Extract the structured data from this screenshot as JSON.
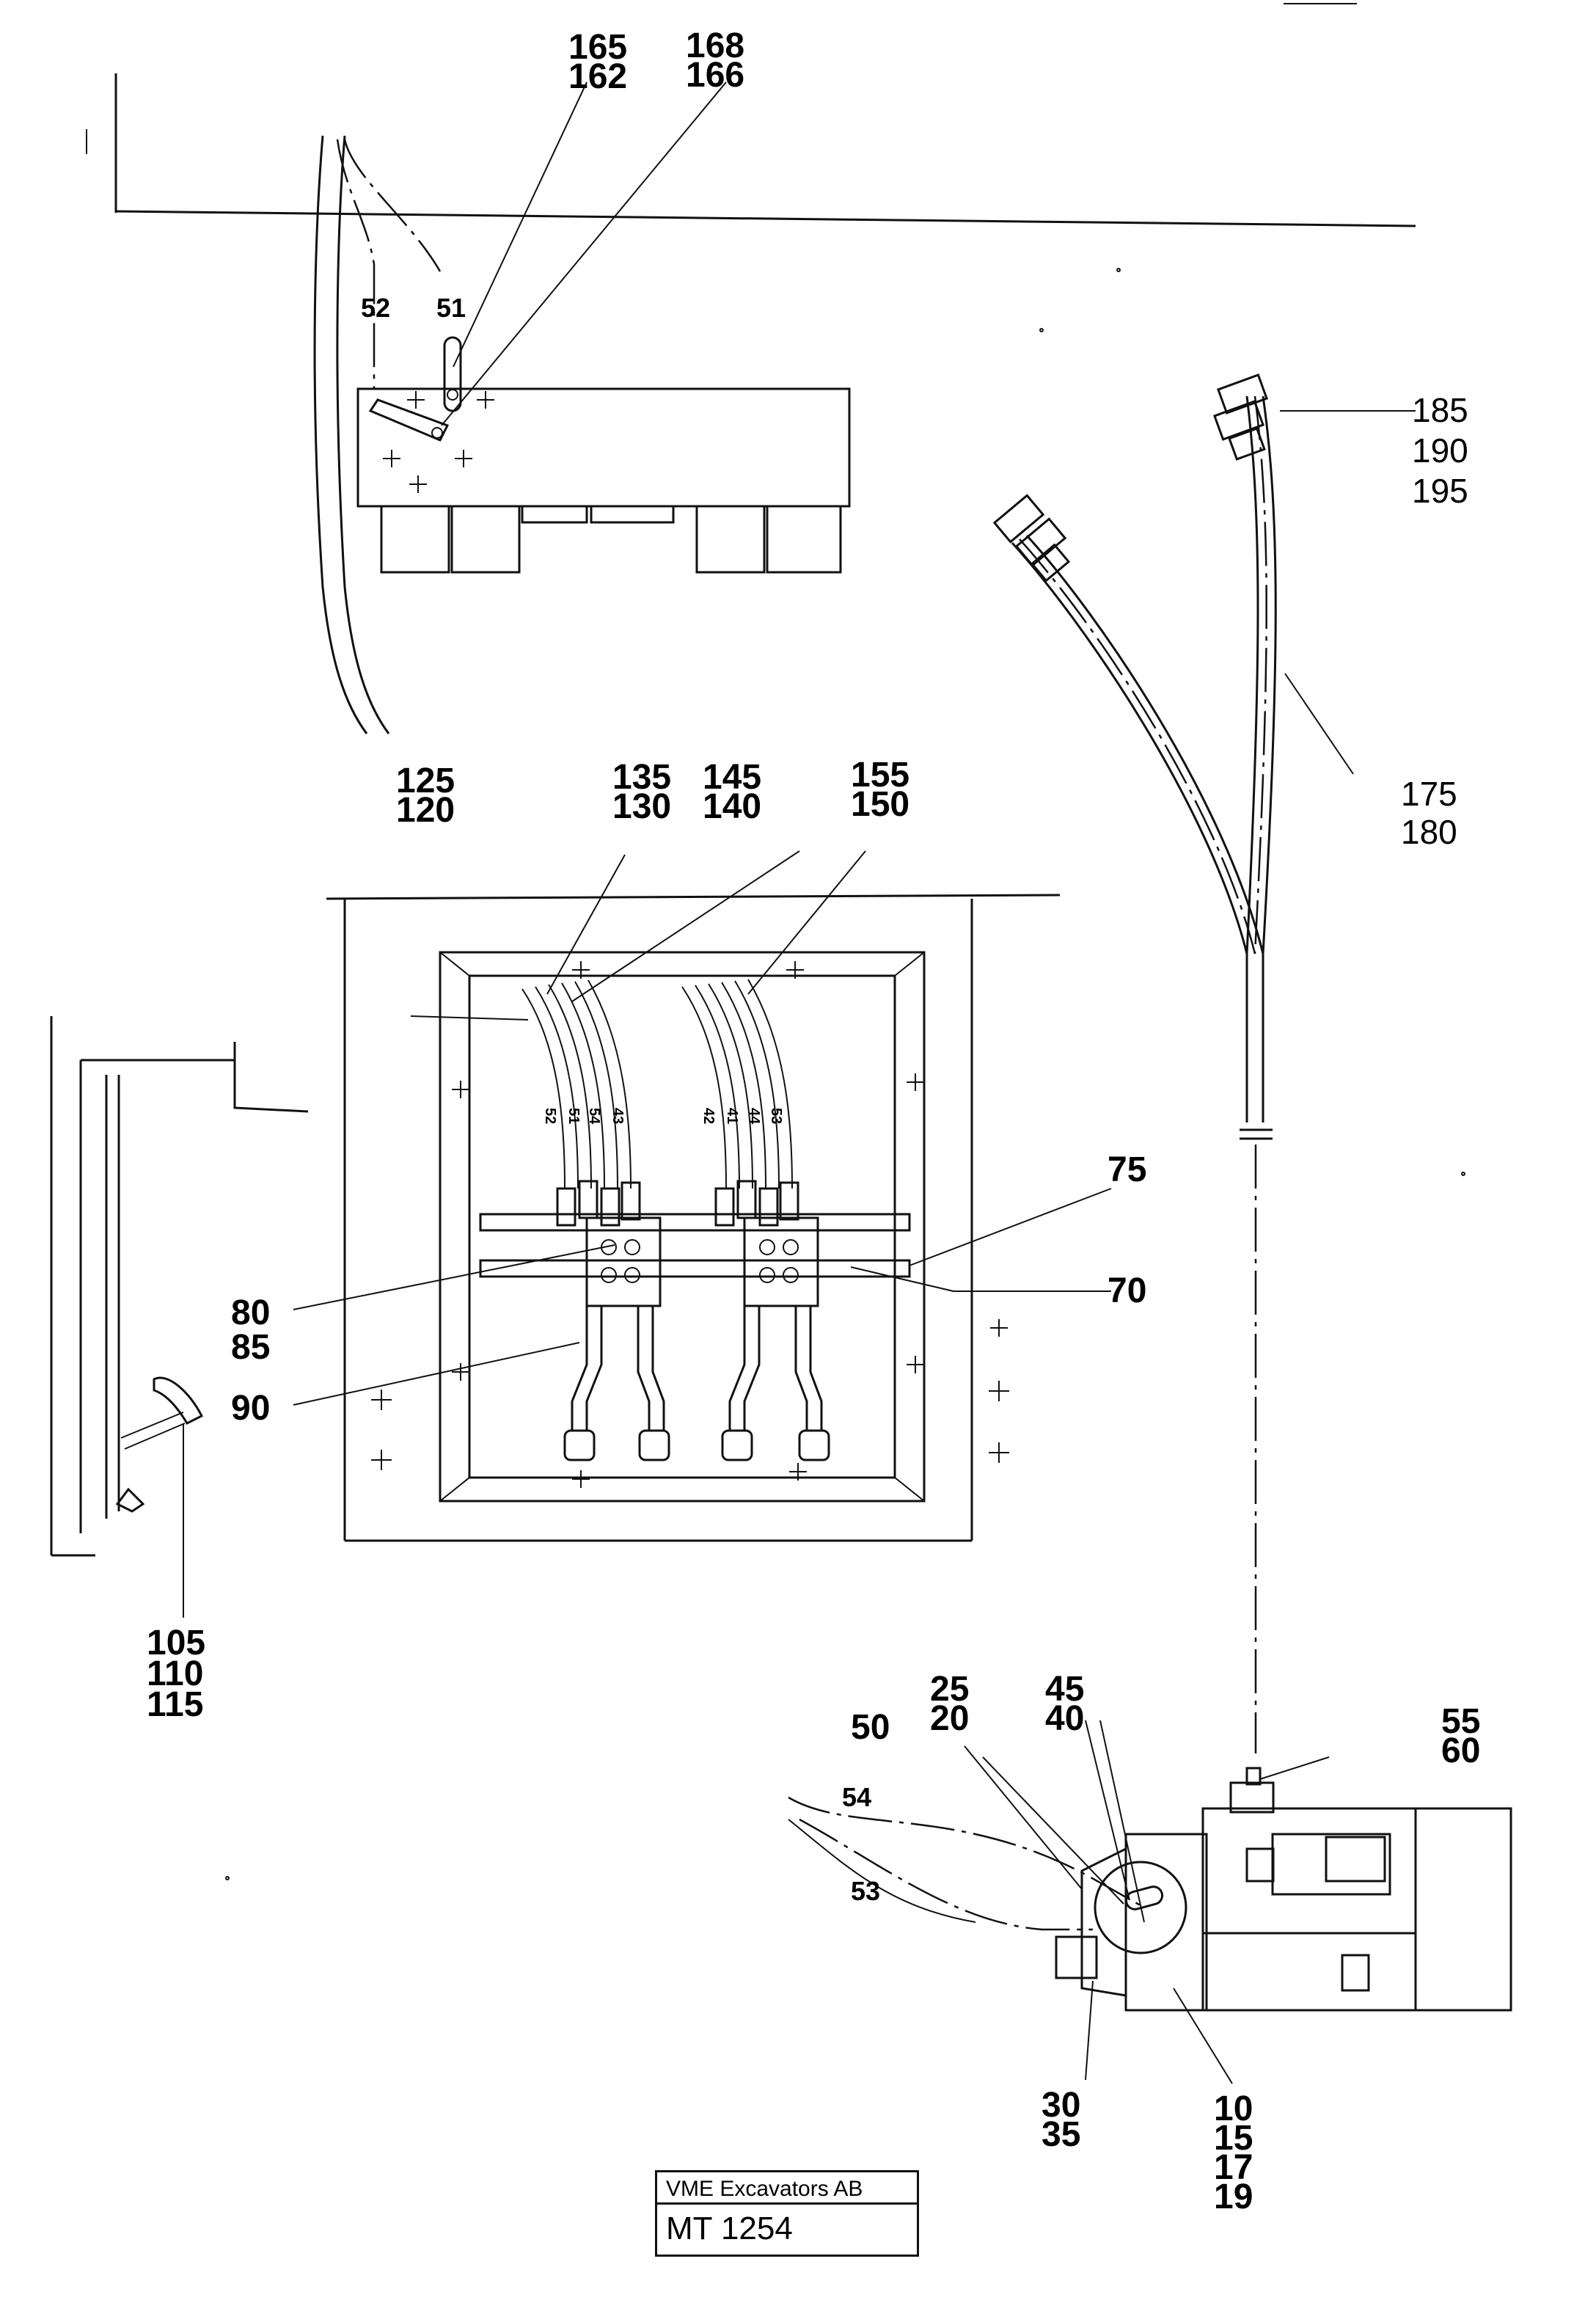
{
  "title_block": {
    "company": "VME Excavators AB",
    "drawing_no": "MT 1254"
  },
  "callouts": {
    "c165": "165",
    "c162": "162",
    "c168": "168",
    "c166": "166",
    "c185": "185",
    "c190": "190",
    "c195": "195",
    "c175": "175",
    "c180": "180",
    "c125": "125",
    "c120": "120",
    "c135": "135",
    "c130": "130",
    "c145": "145",
    "c140": "140",
    "c155": "155",
    "c150": "150",
    "c75": "75",
    "c70": "70",
    "c80": "80",
    "c85": "85",
    "c90": "90",
    "c105": "105",
    "c110": "110",
    "c115": "115",
    "c25": "25",
    "c20": "20",
    "c45": "45",
    "c40": "40",
    "c50": "50",
    "c55": "55",
    "c60": "60",
    "c30": "30",
    "c35": "35",
    "c10": "10",
    "c15": "15",
    "c17": "17",
    "c19": "19"
  },
  "line_labels": {
    "l52": "52",
    "l51": "51",
    "l54": "54",
    "l53": "53"
  },
  "hose_labels": {
    "left": [
      "52",
      "51",
      "54",
      "43"
    ],
    "right": [
      "42",
      "41",
      "44",
      "53"
    ]
  }
}
